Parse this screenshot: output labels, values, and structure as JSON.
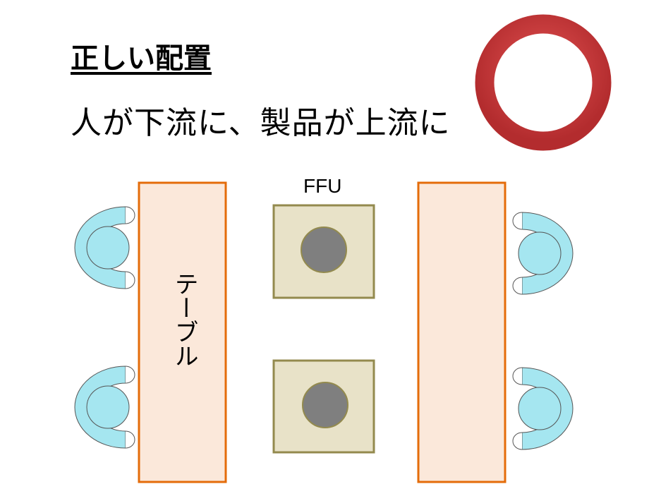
{
  "title": "正しい配置",
  "subtitle": "人が下流に、製品が上流に",
  "ffu_label": "FFU",
  "table_label": "テーブル",
  "colors": {
    "ring": "#c8363a",
    "table_fill": "#fbe8da",
    "table_border": "#e46c0a",
    "ffu_fill": "#e8e2c8",
    "ffu_border": "#938a4e",
    "ffu_fan": "#7f7f7f",
    "person": "#a5e6f0"
  }
}
